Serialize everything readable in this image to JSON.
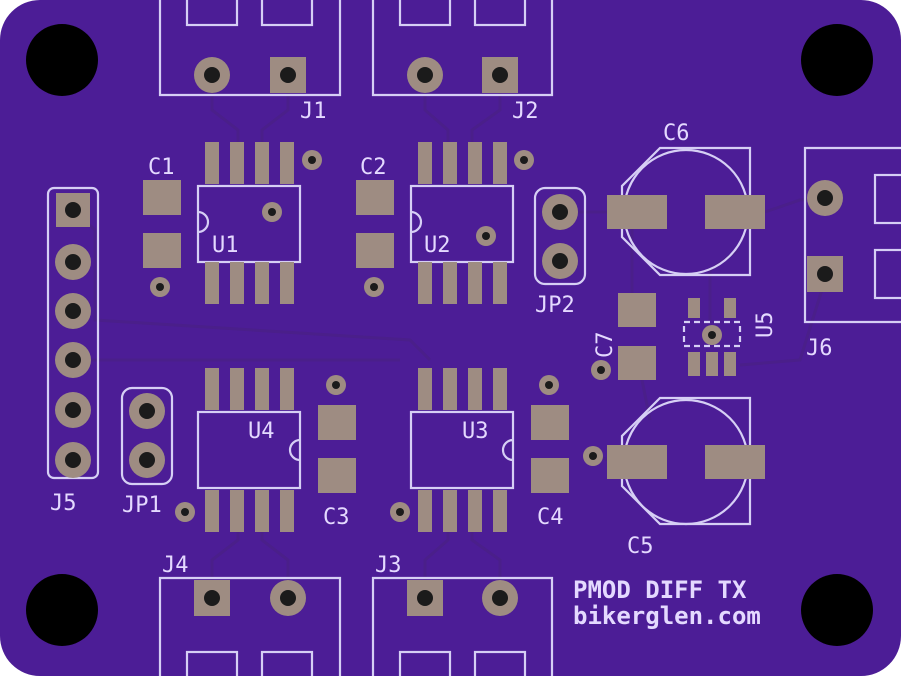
{
  "board": {
    "colors": {
      "substrate": "#4c1d96",
      "copper": "#9e8c82",
      "silkscreen": "#e4d9ff",
      "mounting_hole": "#000000",
      "trace": "#3d1478"
    },
    "title_line1": "PMOD DIFF TX",
    "title_line2": "bikerglen.com"
  },
  "labels": {
    "J1": "J1",
    "J2": "J2",
    "J3": "J3",
    "J4": "J4",
    "J5": "J5",
    "J6": "J6",
    "U1": "U1",
    "U2": "U2",
    "U3": "U3",
    "U4": "U4",
    "U5": "U5",
    "C1": "C1",
    "C2": "C2",
    "C3": "C3",
    "C4": "C4",
    "C5": "C5",
    "C6": "C6",
    "C7": "C7",
    "JP1": "JP1",
    "JP2": "JP2"
  }
}
